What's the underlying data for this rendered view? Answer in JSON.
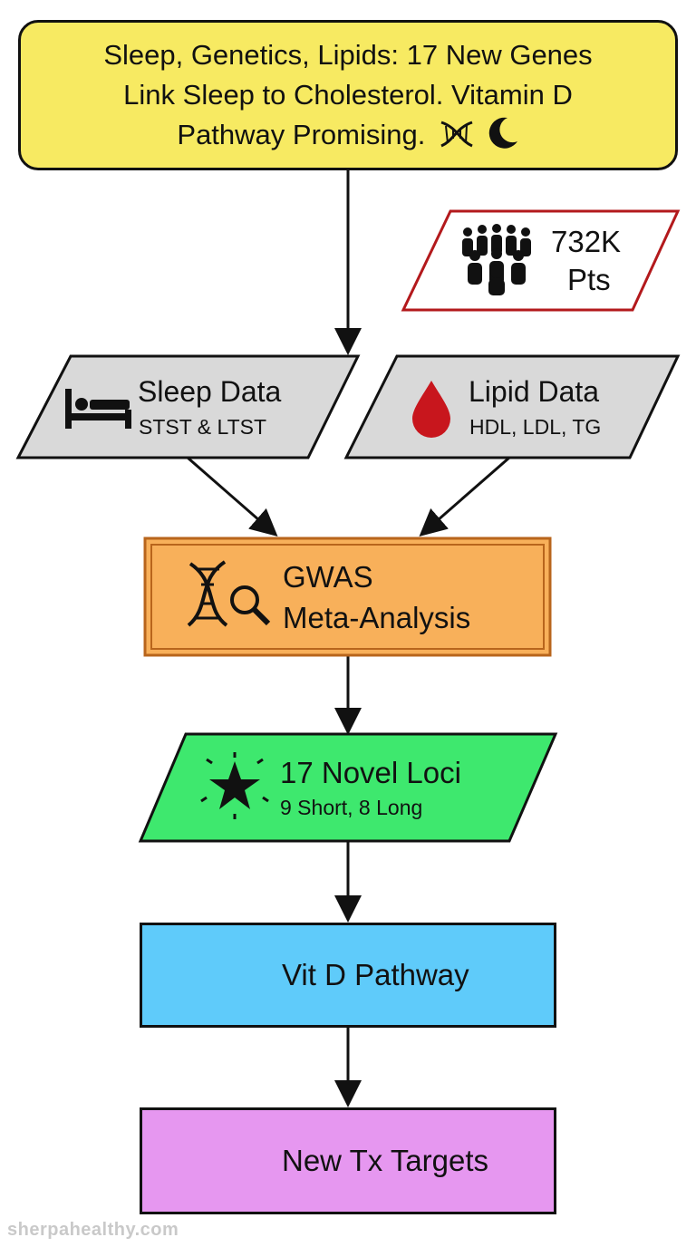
{
  "title": {
    "line1": "Sleep, Genetics, Lipids: 17 New Genes",
    "line2": "Link Sleep to Cholesterol. Vitamin D",
    "line3": "Pathway Promising."
  },
  "population": {
    "count": "732K",
    "unit": "Pts"
  },
  "sleep_data": {
    "title": "Sleep Data",
    "subtitle": "STST & LTST"
  },
  "lipid_data": {
    "title": "Lipid Data",
    "subtitle": "HDL, LDL, TG"
  },
  "gwas": {
    "line1": "GWAS",
    "line2": "Meta-Analysis"
  },
  "loci": {
    "title": "17 Novel Loci",
    "subtitle": "9 Short, 8 Long"
  },
  "vitd": {
    "label": "Vit D Pathway"
  },
  "targets": {
    "label": "New Tx Targets"
  },
  "watermark": "sherpahealthy.com",
  "colors": {
    "title_fill": "#f7ea62",
    "population_border": "#b3191c",
    "data_fill": "#d9d9d9",
    "gwas_fill": "#f8b05a",
    "gwas_border": "#b8651c",
    "loci_fill": "#3ee86e",
    "vitd_fill": "#5fcbfa",
    "targets_fill": "#e697f0",
    "blood_drop": "#c8161d"
  },
  "icons": [
    "dna-icon",
    "moon-icon",
    "crowd-icon",
    "bed-icon",
    "blood-drop-icon",
    "dna-magnifier-icon",
    "star-burst-icon",
    "sun-icon",
    "pill-icon",
    "shield-icon"
  ]
}
